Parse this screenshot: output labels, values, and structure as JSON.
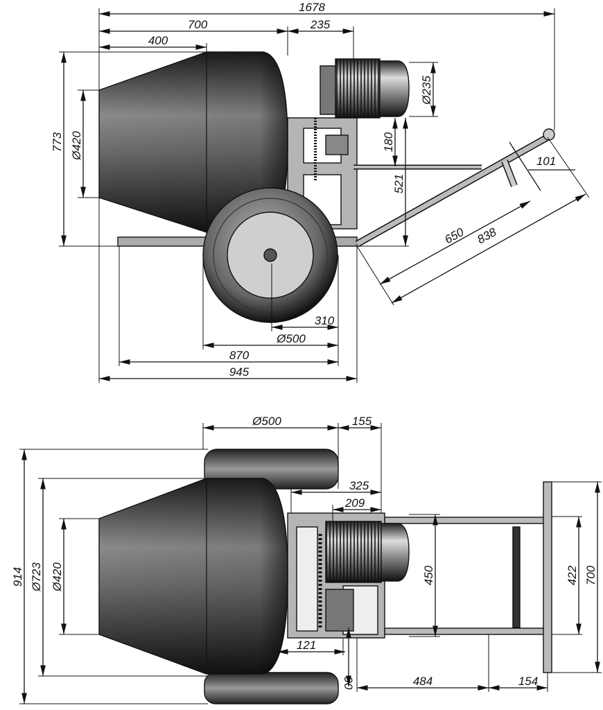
{
  "side_view": {
    "overall_length": "1678",
    "drum_length": "700",
    "drum_to_frame": "235",
    "cone_length": "400",
    "total_height": "773",
    "drum_mouth_diameter": "Ø420",
    "motor_diameter": "Ø235",
    "motor_offset": "180",
    "frame_height": "521",
    "handle_grip": "101",
    "handle_650": "650",
    "handle_838": "838",
    "wheel_offset": "310",
    "wheel_diameter": "Ø500",
    "base_length": "870",
    "body_length": "945"
  },
  "plan_view": {
    "wheel_diameter": "Ø500",
    "wheel_to_frame": "155",
    "frame_325": "325",
    "motor_209": "209",
    "track_width": "914",
    "drum_diameter": "Ø723",
    "drum_mouth_diameter": "Ø420",
    "frame_width": "450",
    "handle_inner": "422",
    "handle_width": "700",
    "gear_121": "121",
    "gap_90": "90",
    "rail_484": "484",
    "rail_154": "154"
  }
}
